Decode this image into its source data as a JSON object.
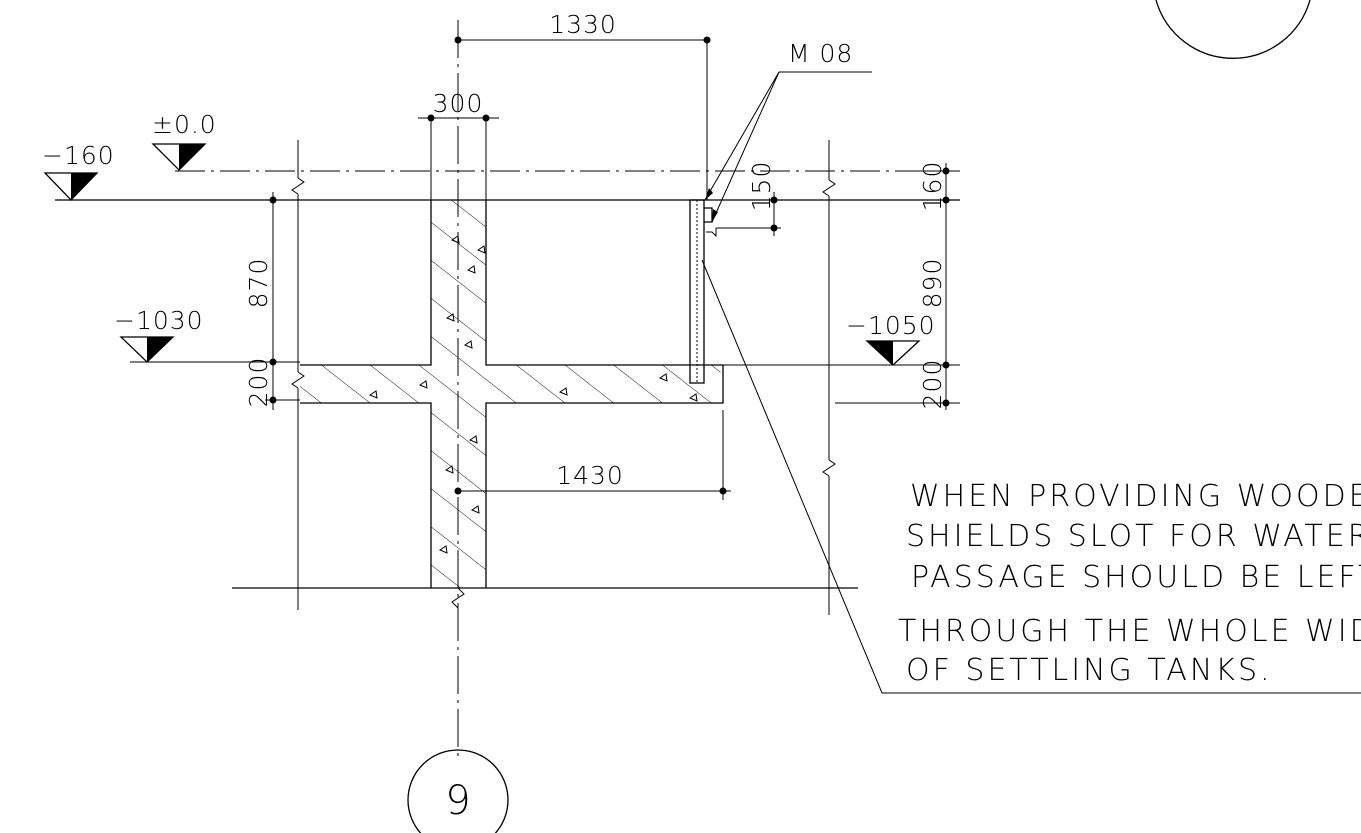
{
  "dimensions": {
    "top_width": "1330",
    "wall_thickness": "300",
    "bottom_width": "1430",
    "left_height": "870",
    "left_slab": "200",
    "right_top": "160",
    "right_height": "890",
    "right_slab": "200",
    "bracket_height": "150"
  },
  "levels": {
    "zero": "±0.0",
    "left_top": "−160",
    "left_bottom": "−1030",
    "right_bottom": "−1050"
  },
  "detail_ref": "M 08",
  "grid_label": "9",
  "note_lines": [
    "WHEN PROVIDING WOODEN",
    "SHIELDS SLOT FOR WATER",
    "PASSAGE SHOULD BE LEFT",
    "THROUGH THE WHOLE WIDTH",
    "OF SETTLING TANKS."
  ]
}
